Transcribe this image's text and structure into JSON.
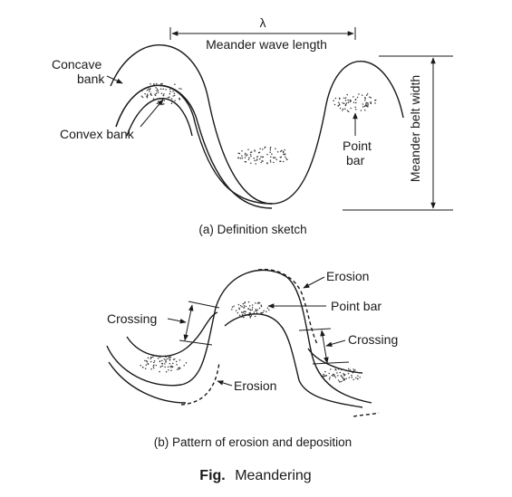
{
  "sketch_a": {
    "lambda_symbol": "λ",
    "wave_length_label": "Meander wave length",
    "concave_bank_line1": "Concave",
    "concave_bank_line2": "bank",
    "convex_bank_label": "Convex bank",
    "point_bar_line1": "Point",
    "point_bar_line2": "bar",
    "belt_width_label": "Meander belt width",
    "caption": "(a) Definition sketch"
  },
  "sketch_b": {
    "erosion_top_label": "Erosion",
    "point_bar_label": "Point bar",
    "crossing_left_label": "Crossing",
    "crossing_right_label": "Crossing",
    "erosion_bottom_label": "Erosion",
    "caption": "(b) Pattern of erosion and deposition"
  },
  "figure": {
    "prefix": "Fig.",
    "title": "Meandering"
  }
}
